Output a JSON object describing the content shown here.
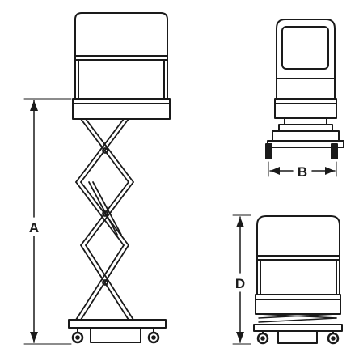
{
  "labels": {
    "height_extended": "A",
    "width_base": "B",
    "height_stowed": "D"
  },
  "colors": {
    "line": "#1a1a1a",
    "background": "#ffffff"
  }
}
